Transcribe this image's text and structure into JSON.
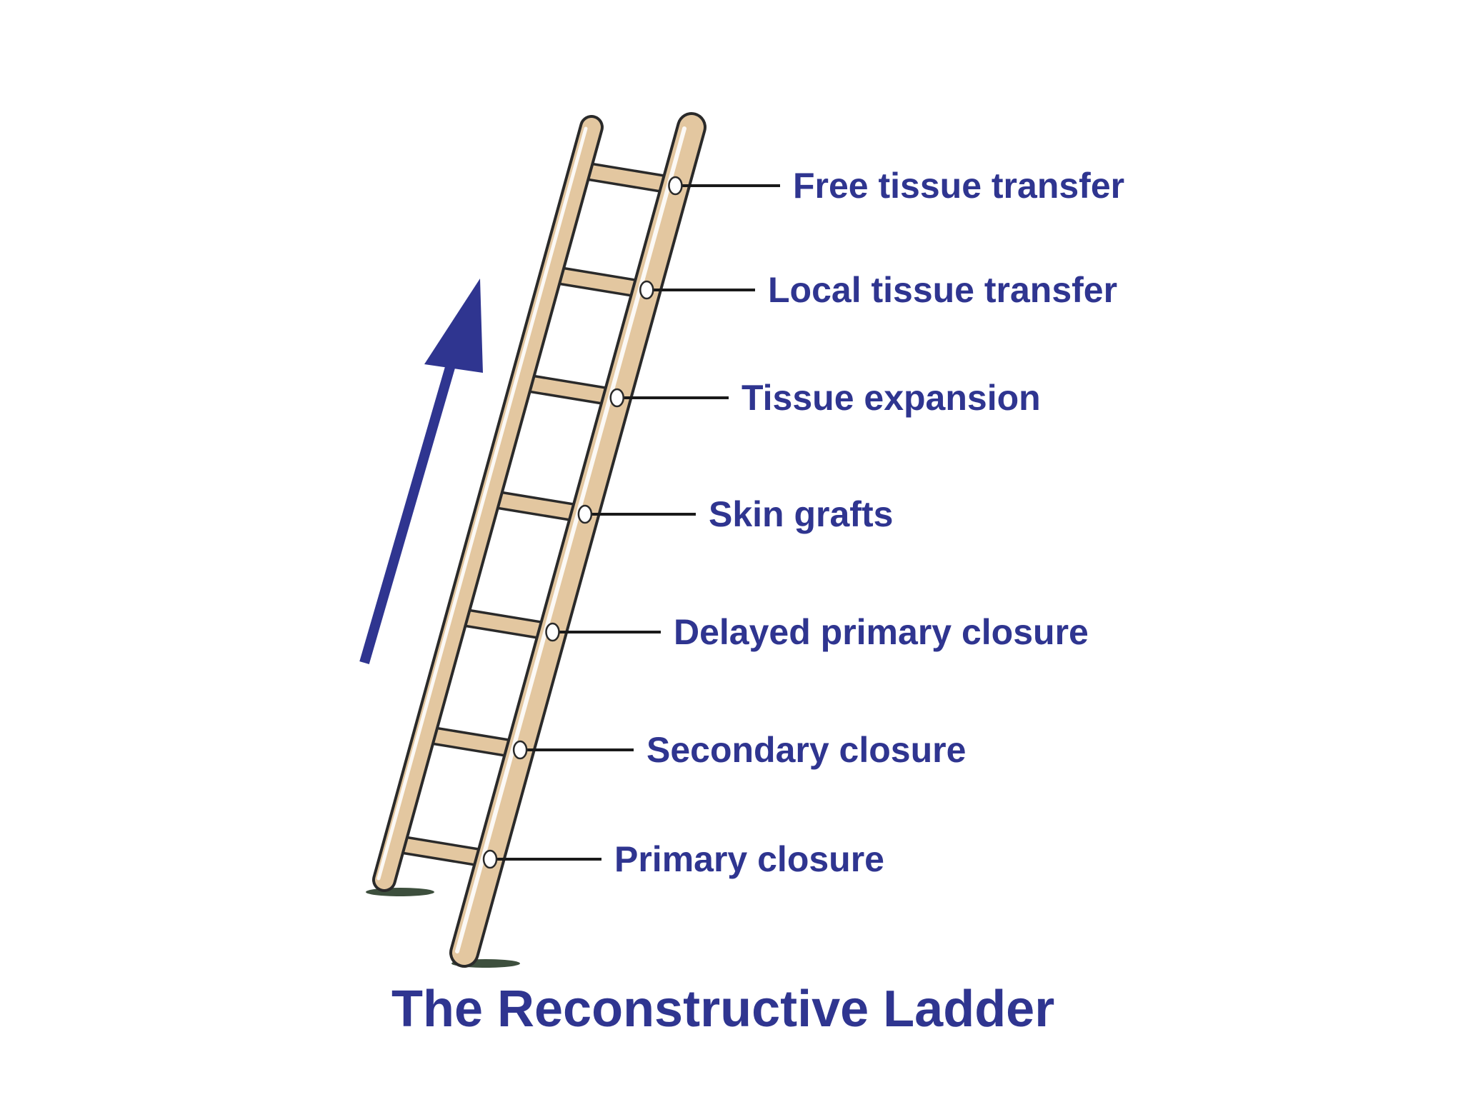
{
  "title": "The Reconstructive Ladder",
  "rungs": [
    {
      "label": "Free tissue transfer"
    },
    {
      "label": "Local tissue transfer"
    },
    {
      "label": "Tissue expansion"
    },
    {
      "label": "Skin grafts"
    },
    {
      "label": "Delayed primary closure"
    },
    {
      "label": "Secondary closure"
    },
    {
      "label": "Primary closure"
    }
  ],
  "colors": {
    "text": "#2f3590",
    "arrow": "#2f3590",
    "wood": "#e3c7a0",
    "wood_outline": "#2a2a2a",
    "ground": "#3d4f3d"
  },
  "icons": {
    "arrow": "up-arrow-icon",
    "ladder": "ladder-icon"
  }
}
